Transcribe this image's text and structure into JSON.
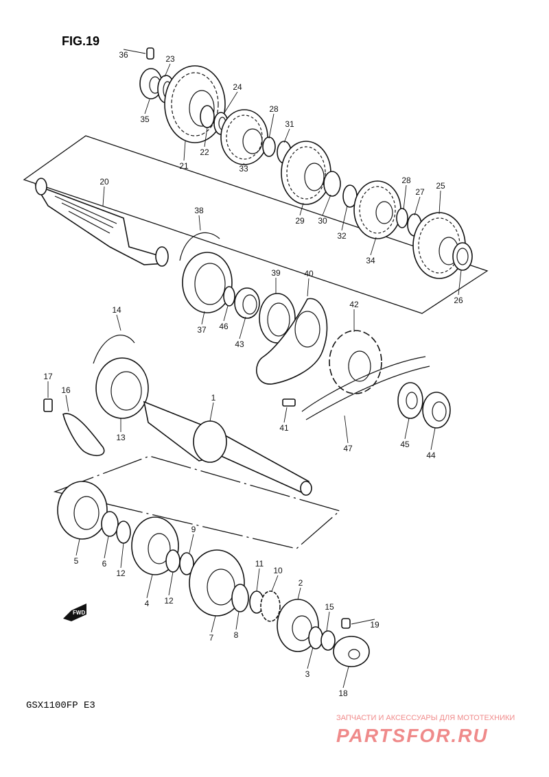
{
  "figure_title": "FIG.19",
  "model_code": "GSX1100FP  E3",
  "direction_marker": "FWD",
  "watermark": {
    "tagline": "ЗАПЧАСТИ И АКСЕССУАРЫ ДЛЯ МОТОТЕХНИКИ",
    "brand": "PARTSFOR.RU"
  },
  "part_labels": [
    "36",
    "23",
    "35",
    "21",
    "22",
    "24",
    "33",
    "28",
    "31",
    "29",
    "30",
    "20",
    "28",
    "27",
    "25",
    "32",
    "34",
    "26",
    "38",
    "37",
    "46",
    "43",
    "39",
    "40",
    "42",
    "14",
    "1",
    "17",
    "16",
    "13",
    "41",
    "47",
    "45",
    "44",
    "5",
    "6",
    "12",
    "4",
    "12",
    "9",
    "7",
    "8",
    "11",
    "10",
    "2",
    "15",
    "19",
    "3",
    "18"
  ],
  "colors": {
    "line": "#111111",
    "watermark": "#ef8a8a"
  }
}
